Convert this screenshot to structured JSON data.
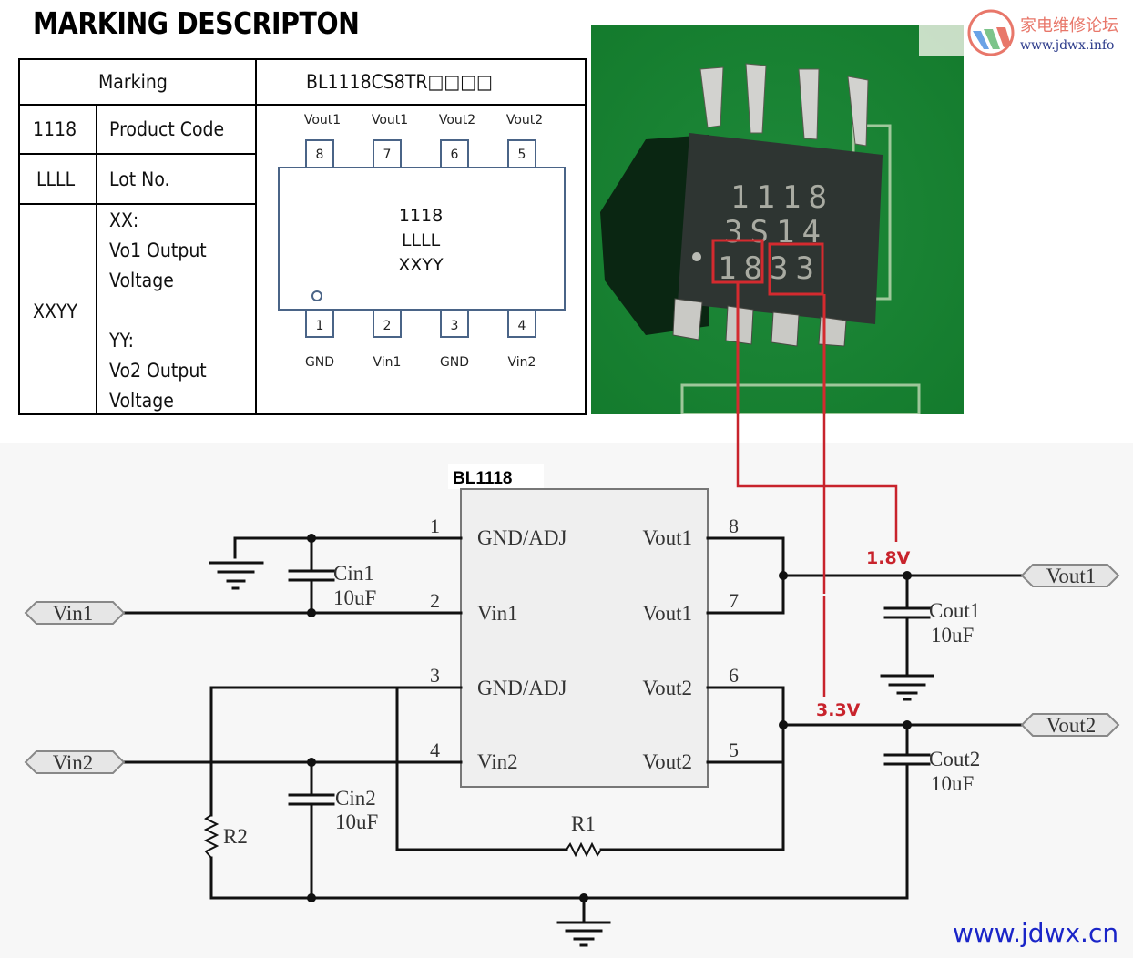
{
  "title": "MARKING DESCRIPTON",
  "marking_table": {
    "header": {
      "label": "Marking",
      "part_number": "BL1118CS8TR□□□□"
    },
    "rows": [
      {
        "code": "1118",
        "description": [
          "Product Code"
        ]
      },
      {
        "code": "LLLL",
        "description": [
          "Lot No."
        ]
      },
      {
        "code": "XXYY",
        "description": [
          "XX:",
          "Vo1 Output",
          "Voltage",
          "",
          "YY:",
          "Vo2 Output",
          "Voltage"
        ]
      }
    ]
  },
  "pinout": {
    "top_pins": [
      {
        "number": "8",
        "name": "Vout1"
      },
      {
        "number": "7",
        "name": "Vout1"
      },
      {
        "number": "6",
        "name": "Vout2"
      },
      {
        "number": "5",
        "name": "Vout2"
      }
    ],
    "bottom_pins": [
      {
        "number": "1",
        "name": "GND"
      },
      {
        "number": "2",
        "name": "Vin1"
      },
      {
        "number": "3",
        "name": "GND"
      },
      {
        "number": "4",
        "name": "Vin2"
      }
    ],
    "body_lines": [
      "1118",
      "LLLL",
      "XXYY"
    ]
  },
  "photo": {
    "chip_marking_lines": [
      "1118",
      "3S14",
      "1833"
    ],
    "highlight_xx": "18",
    "highlight_yy": "33"
  },
  "schematic": {
    "ic_name": "BL1118",
    "left_pins": [
      {
        "number": "1",
        "name": "GND/ADJ"
      },
      {
        "number": "2",
        "name": "Vin1"
      },
      {
        "number": "3",
        "name": "GND/ADJ"
      },
      {
        "number": "4",
        "name": "Vin2"
      }
    ],
    "right_pins": [
      {
        "number": "8",
        "name": "Vout1"
      },
      {
        "number": "7",
        "name": "Vout1"
      },
      {
        "number": "6",
        "name": "Vout2"
      },
      {
        "number": "5",
        "name": "Vout2"
      }
    ],
    "ports": {
      "vin1": "Vin1",
      "vin2": "Vin2",
      "vout1": "Vout1",
      "vout2": "Vout2"
    },
    "components": {
      "cin1": {
        "name": "Cin1",
        "value": "10uF"
      },
      "cin2": {
        "name": "Cin2",
        "value": "10uF"
      },
      "cout1": {
        "name": "Cout1",
        "value": "10uF"
      },
      "cout2": {
        "name": "Cout2",
        "value": "10uF"
      },
      "r1": {
        "name": "R1"
      },
      "r2": {
        "name": "R2"
      }
    },
    "annotations": {
      "vout1_voltage": "1.8V",
      "vout2_voltage": "3.3V"
    },
    "annotation_color": "#c8232c"
  },
  "watermarks": {
    "logo_cn": "家电维修论坛",
    "logo_url": "www.jdwx.info",
    "bottom_url": "www.jdwx.cn"
  }
}
